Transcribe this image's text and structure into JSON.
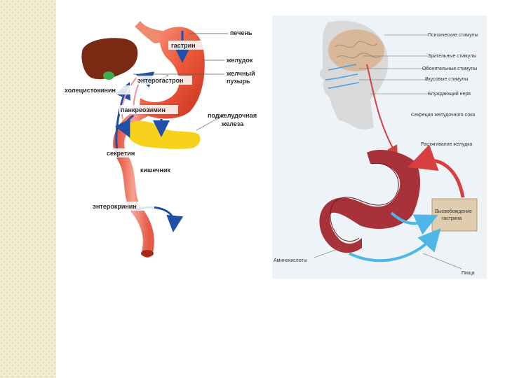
{
  "left_diagram": {
    "labels": {
      "liver": "печень",
      "gastrin": "гастрин",
      "stomach": "желудок",
      "gallbladder_1": "желчный",
      "gallbladder_2": "пузырь",
      "cholecystokinin": "холецистокинин",
      "enterogastrone": "энтерогастрон",
      "pancreozymin": "панкреозимин",
      "pancreas_1": "поджелудочная",
      "pancreas_2": "железа",
      "secretin": "секретин",
      "intestine": "кишечник",
      "enterocrinin": "энтерокринин"
    }
  },
  "right_diagram": {
    "labels": {
      "psychic_stimuli": "Психические стимулы",
      "visual_stimuli": "Зрительные стимулы",
      "olfactory_stimuli": "Обонятельные стимулы",
      "taste_stimuli": "Вкусовые стимулы",
      "vagus_nerve": "Блуждающий нерв",
      "gastric_juice_secretion": "Секреция желудочного сока",
      "stomach_distension": "Растягивание желудка",
      "gastrin_release_1": "Высвобождение",
      "gastrin_release_2": "гастрина",
      "amino_acids": "Аминокислоты",
      "food": "Пища"
    }
  },
  "colors": {
    "stomach_red": "#e8442c",
    "liver_brown": "#7a2a12",
    "pancreas_yellow": "#f7d21c",
    "arrow_blue": "#1f4fa8",
    "light_blue_arrow": "#4fb7e8",
    "strip": "#f4ecd0"
  }
}
